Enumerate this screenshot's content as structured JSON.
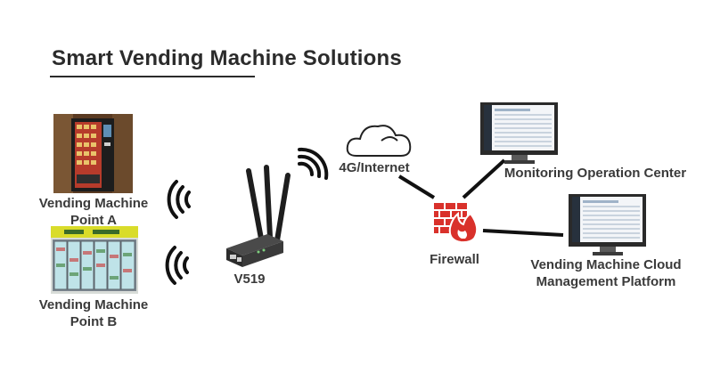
{
  "title": "Smart Vending Machine Solutions",
  "nodes": {
    "point_a": {
      "line1": "Vending Machine",
      "line2": "Point A"
    },
    "point_b": {
      "line1": "Vending Machine",
      "line2": "Point B"
    },
    "router": {
      "label": "V519"
    },
    "internet": {
      "label": "4G/Internet"
    },
    "firewall": {
      "label": "Firewall"
    },
    "monitoring": {
      "label": "Monitoring Operation Center"
    },
    "cloud": {
      "line1": "Vending Machine Cloud",
      "line2": "Management Platform"
    }
  },
  "colors": {
    "firewall_red": "#d9312b",
    "monitor_dark": "#2a2a2a",
    "screen_bg": "#f3f5f8",
    "connector": "#111111",
    "text": "#3a3a3a"
  },
  "icons": [
    "vending-machine-photo",
    "store-shelf-photo",
    "wireless-signal-icon",
    "cellular-router-icon",
    "cloud-icon",
    "firewall-icon",
    "monitor-icon"
  ]
}
